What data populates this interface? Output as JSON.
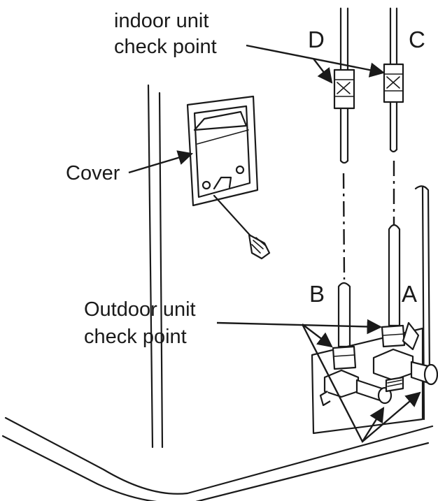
{
  "labels": {
    "indoor_line1": "indoor unit",
    "indoor_line2": "check point",
    "cover": "Cover",
    "outdoor_line1": "Outdoor unit",
    "outdoor_line2": "check point"
  },
  "points": {
    "a": "A",
    "b": "B",
    "c": "C",
    "d": "D"
  }
}
